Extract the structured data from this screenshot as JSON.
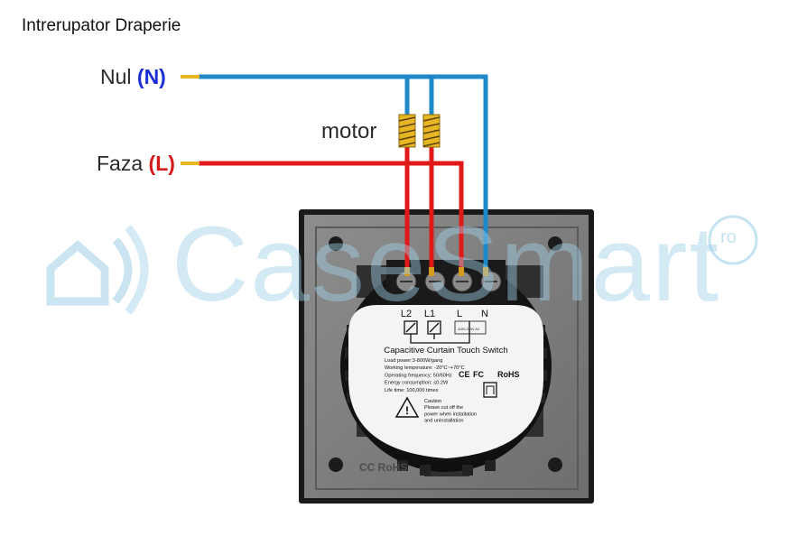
{
  "title": "Intrerupator Draperie",
  "labels": {
    "neutral_text": "Nul",
    "neutral_code": "(N)",
    "phase_text": "Faza",
    "phase_code": "(L)",
    "motor": "motor"
  },
  "watermark": {
    "brand": "CaseSmart",
    "suffix": "ro"
  },
  "terminals": [
    "L2",
    "L1",
    "L",
    "N"
  ],
  "label_plate": {
    "heading": "Capacitive  Curtain  Touch  Switch",
    "rating": "110V-240V AC",
    "specs": [
      "Load power:3-800W/gang",
      "Working temperature: -20°C~+70°C",
      "Operating frequency:  50/60Hz",
      "Energy consumption: ≤0.2W",
      "Life time:  100,000 times"
    ],
    "certs": [
      "CE",
      "FC",
      "RoHS"
    ],
    "caution": [
      "Caution",
      "Please cut off the",
      "power when installation",
      "and uninstallation"
    ]
  },
  "housing_mark": "CC RoHS",
  "colors": {
    "neutral_wire": "#1e88c9",
    "phase_wire": "#e01818",
    "neutral_label": "#1a2fd6",
    "phase_label": "#d61a1a",
    "motor_coil": "#e8b622",
    "watermark": "#9fd0e6"
  }
}
